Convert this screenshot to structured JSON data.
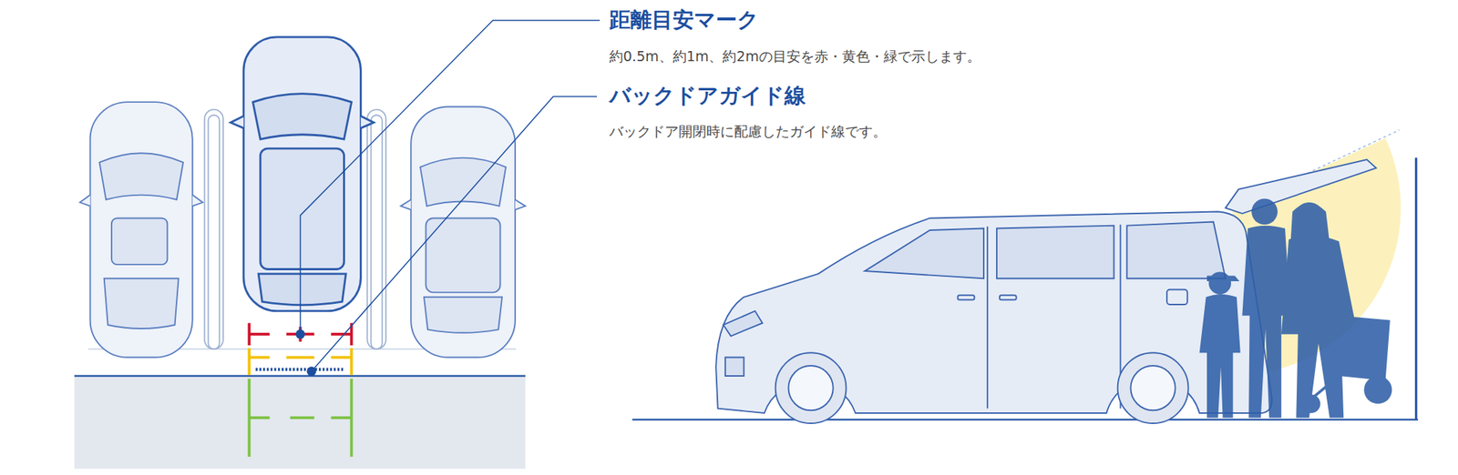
{
  "diagram": {
    "labels": [
      "距離目安マーク",
      "約0.5m、約1m、約2mの目安を赤・黄色・緑で示します。",
      "バックドアガイド線",
      "バックドア開閉時に配慮したガイド線です。"
    ]
  }
}
